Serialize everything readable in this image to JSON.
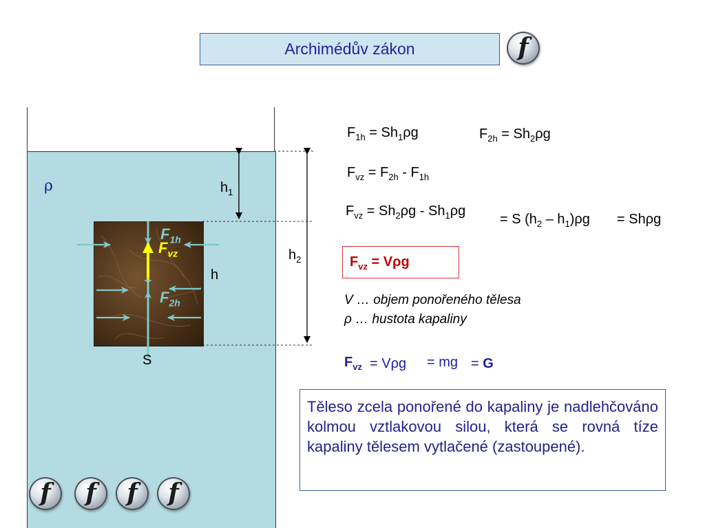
{
  "title": "Archimédův  zákon",
  "figure": {
    "rho": "ρ",
    "h1": "h",
    "h1_sub": "1",
    "h2": "h",
    "h2_sub": "2",
    "h": "h",
    "S": "S",
    "F1h": "F",
    "F1h_sub": "1h",
    "Fvz": "F",
    "Fvz_sub": "vz",
    "F2h": "F",
    "F2h_sub": "2h",
    "plus": "+"
  },
  "equations": {
    "eq1": "F<sub>1h</sub> = Sh<sub>1</sub>ρg",
    "eq2": "F<sub>2h</sub> = Sh<sub>2</sub>ρg",
    "eq3": "F<sub>vz</sub> = F<sub>2h</sub> - F<sub>1h</sub>",
    "eq4a": "F<sub>vz</sub> = Sh<sub>2</sub>ρg - Sh<sub>1</sub>ρg",
    "eq4b": "= S (h<sub>2</sub> – h<sub>1</sub>)ρg",
    "eq4c": "= Shρg",
    "result": "F<sub>vz</sub> = Vρg",
    "final_a": "F<sub>vz</sub>",
    "final_b": "= Vρg",
    "final_c": "= mg",
    "final_d": "= <b>G</b>"
  },
  "definitions": {
    "v": "V … objem ponořeného tělesa",
    "rho": "ρ  … hustota kapaliny"
  },
  "statement": "Těleso zcela ponořené do kapaliny je nadlehčováno kolmou vztlakovou silou, která se rovná tíze kapaliny tělesem vytlačené (zastoupené).",
  "buttons": {
    "flash_glyph": "f"
  },
  "colors": {
    "water": "#b3dbe1",
    "accent_blue": "#1f1f9a",
    "result_red": "#c00000",
    "force_yellow": "#ffff00",
    "arrow_teal": "#7fc9c9"
  }
}
